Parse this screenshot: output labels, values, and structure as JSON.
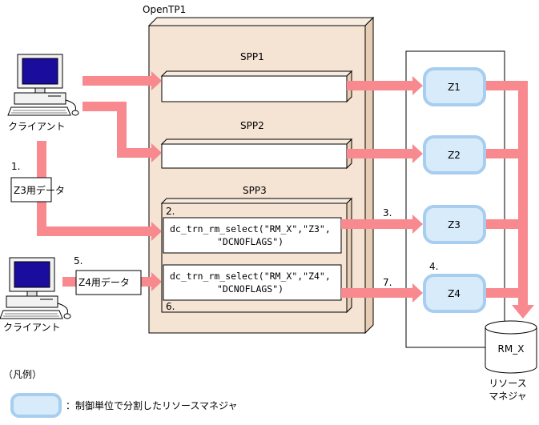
{
  "system": {
    "title": "OpenTP1"
  },
  "clients": {
    "top_label": "クライアント",
    "bottom_label": "クライアント"
  },
  "spp": {
    "spp1": "SPP1",
    "spp2": "SPP2",
    "spp3": "SPP3"
  },
  "calls": {
    "z3_line1": "dc_trn_rm_select(\"RM_X\",\"Z3\",",
    "z3_line2": "\"DCNOFLAGS\")",
    "z4_line1": "dc_trn_rm_select(\"RM_X\",\"Z4\",",
    "z4_line2": "\"DCNOFLAGS\")"
  },
  "zones": [
    "Z1",
    "Z2",
    "Z3",
    "Z4"
  ],
  "data_boxes": {
    "z3": "Z3用データ",
    "z4": "Z4用データ"
  },
  "steps": {
    "s1": "1.",
    "s2": "2.",
    "s3": "3.",
    "s4": "4.",
    "s5": "5.",
    "s6": "6.",
    "s7": "7."
  },
  "resource_manager": {
    "db_label": "RM_X",
    "caption_line1": "リソース",
    "caption_line2": "マネジャ"
  },
  "legend": {
    "title": "（凡例）",
    "item_text": "：制御単位で分割したリソースマネジャ"
  },
  "colors": {
    "arrow": "#f7898f",
    "zone_fill": "#d8ebfb",
    "zone_stroke": "#a7cdef",
    "openTP1_fill": "#f5e3d3"
  }
}
